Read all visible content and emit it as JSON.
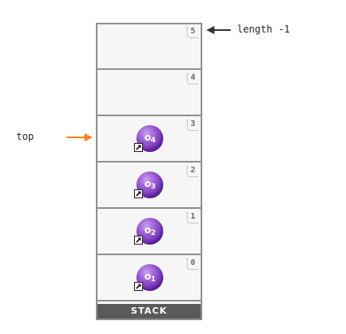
{
  "stack": {
    "footer_label": "STACK",
    "slots": [
      {
        "index": "5",
        "object": null
      },
      {
        "index": "4",
        "object": null
      },
      {
        "index": "3",
        "object": {
          "base": "o",
          "sub": "4"
        }
      },
      {
        "index": "2",
        "object": {
          "base": "o",
          "sub": "3"
        }
      },
      {
        "index": "1",
        "object": {
          "base": "o",
          "sub": "2"
        }
      },
      {
        "index": "0",
        "object": {
          "base": "o",
          "sub": "1"
        }
      }
    ]
  },
  "annotations": {
    "top_label": "top",
    "length_label": "length -1"
  },
  "colors": {
    "top_arrow": "#ff7f1a",
    "length_arrow": "#333333",
    "object_fill": "#7a3cc0",
    "frame": "#8f8f8f",
    "footer_bg": "#5a5a5a"
  },
  "icons": {
    "object": "purple-sphere-icon",
    "reference": "reference-arrow-icon"
  }
}
